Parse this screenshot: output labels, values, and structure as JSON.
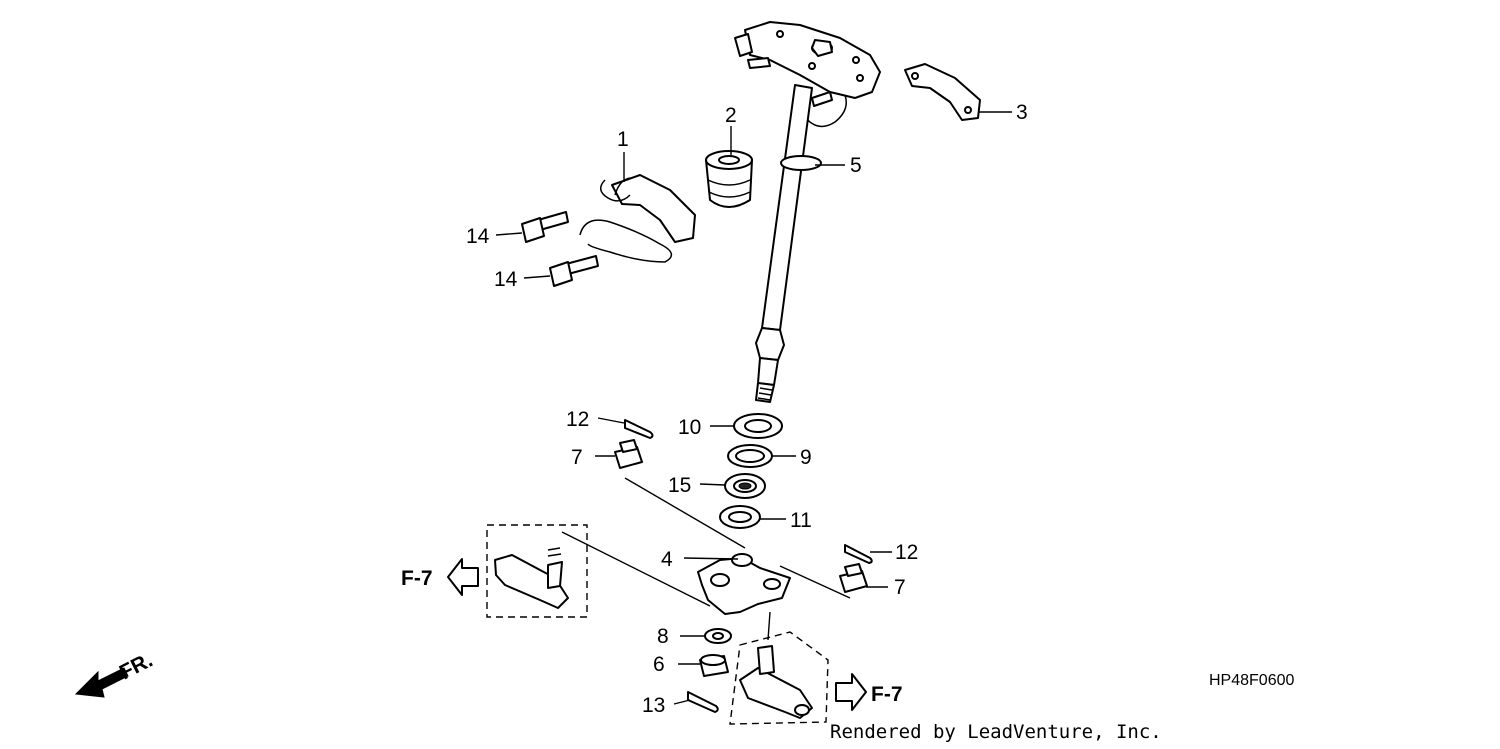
{
  "callouts": {
    "c1": "1",
    "c2": "2",
    "c3": "3",
    "c4": "4",
    "c5": "5",
    "c6": "6",
    "c7a": "7",
    "c7b": "7",
    "c8": "8",
    "c9": "9",
    "c10": "10",
    "c11": "11",
    "c12a": "12",
    "c12b": "12",
    "c13": "13",
    "c14a": "14",
    "c14b": "14",
    "c15": "15"
  },
  "refs": {
    "left": "F-7",
    "right": "F-7"
  },
  "front_marker": "FR.",
  "diagram_code": "HP48F0600",
  "credit": "Rendered by LeadVenture, Inc."
}
